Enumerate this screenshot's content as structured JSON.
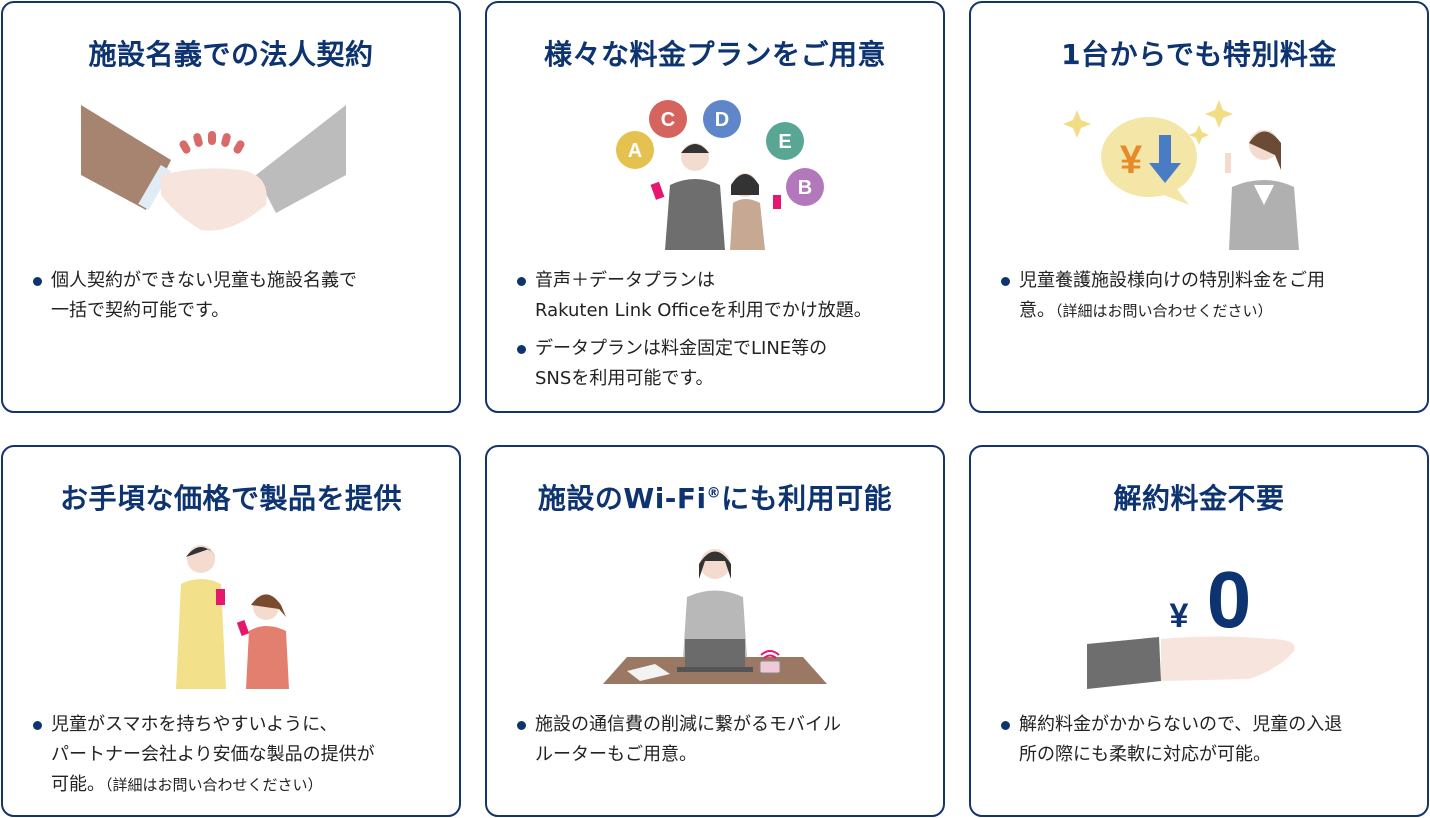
{
  "colors": {
    "border": "#14346b",
    "title": "#0d3470",
    "text": "#222222"
  },
  "cards": [
    {
      "title": "施設名義での法人契約",
      "illustration": "handshake",
      "bullets": [
        {
          "lines": [
            "個人契約ができない児童も施設名義で",
            "一括で契約可能です。"
          ]
        }
      ]
    },
    {
      "title": "様々な料金プランをご用意",
      "illustration": "plans",
      "bubbles": [
        "A",
        "C",
        "D",
        "E",
        "B"
      ],
      "bullets": [
        {
          "lines": [
            "音声＋データプランは",
            "Rakuten Link Officeを利用でかけ放題。"
          ]
        },
        {
          "lines": [
            "データプランは料金固定でLINE等の",
            "SNSを利用可能です。"
          ]
        }
      ]
    },
    {
      "title": "1台からでも特別料金",
      "illustration": "price-down",
      "yen": "¥",
      "bullets": [
        {
          "lines": [
            "児童養護施設様向けの特別料金をご用",
            "意。"
          ],
          "note": "（詳細はお問い合わせください）"
        }
      ]
    },
    {
      "title": "お手頃な価格で製品を提供",
      "illustration": "parent-child",
      "bullets": [
        {
          "lines": [
            "児童がスマホを持ちやすいように、",
            "パートナー会社より安価な製品の提供が",
            "可能。"
          ],
          "note": "（詳細はお問い合わせください）"
        }
      ]
    },
    {
      "title": "施設のWi-Fi",
      "title_sup": "®",
      "title_rest": "にも利用可能",
      "illustration": "desk-router",
      "bullets": [
        {
          "lines": [
            "施設の通信費の削減に繋がるモバイル",
            "ルーターもご用意。"
          ]
        }
      ]
    },
    {
      "title": "解約料金不要",
      "illustration": "zero-yen",
      "yen": "¥",
      "zero": "0",
      "bullets": [
        {
          "lines": [
            "解約料金がかからないので、児童の入退",
            "所の際にも柔軟に対応が可能。"
          ]
        }
      ]
    }
  ]
}
